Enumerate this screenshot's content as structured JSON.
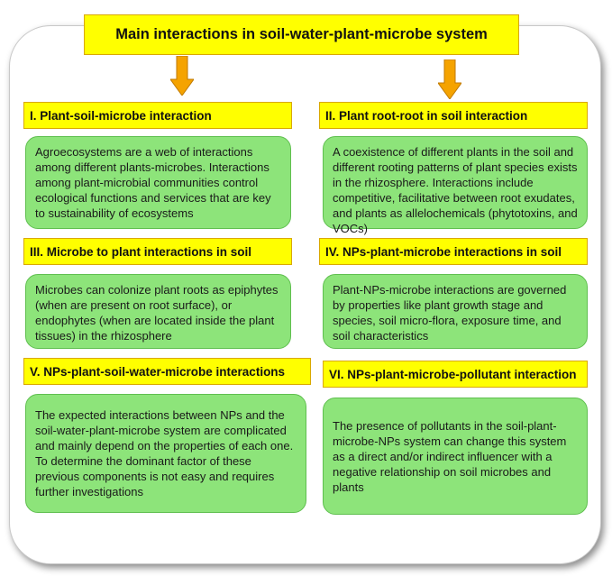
{
  "title": "Main interactions in soil-water-plant-microbe system",
  "sections": [
    {
      "heading": "I. Plant-soil-microbe interaction",
      "text": "Agroecosystems are a web of interactions among different plants-microbes. Interactions among plant-microbial communities control ecological functions and services that are key to sustainability of ecosystems"
    },
    {
      "heading": "II. Plant root-root in soil interaction",
      "text": "A coexistence of different plants in the soil and different rooting patterns of plant species exists in the rhizosphere. Interactions include competitive, facilitative between root exudates, and plants as allelochemicals (phytotoxins, and VOCs)"
    },
    {
      "heading": "III. Microbe to plant interactions in soil",
      "text": "Microbes can colonize plant roots as epiphytes (when are present on root surface), or endophytes (when are located inside the plant tissues) in the rhizosphere"
    },
    {
      "heading": "IV. NPs-plant-microbe interactions in soil",
      "text": "Plant-NPs-microbe interactions are governed by properties like plant growth stage and species, soil micro-flora, exposure time, and soil characteristics"
    },
    {
      "heading": "V. NPs-plant-soil-water-microbe interactions",
      "text": "The expected interactions between NPs and the soil-water-plant-microbe system are complicated and mainly depend on the properties of each one. To determine the dominant factor of these previous components is not easy and requires further investigations"
    },
    {
      "heading": "VI. NPs-plant-microbe-pollutant interaction",
      "text": "The presence of pollutants in the soil-plant-microbe-NPs system can change this system as a direct and/or indirect influencer with a negative relationship on soil microbes and plants"
    }
  ],
  "colors": {
    "heading_fill": "#ffff00",
    "heading_border": "#d9a800",
    "box_fill": "#8de47a",
    "box_border": "#5fbf4f",
    "arrow_fill": "#f5a300"
  }
}
